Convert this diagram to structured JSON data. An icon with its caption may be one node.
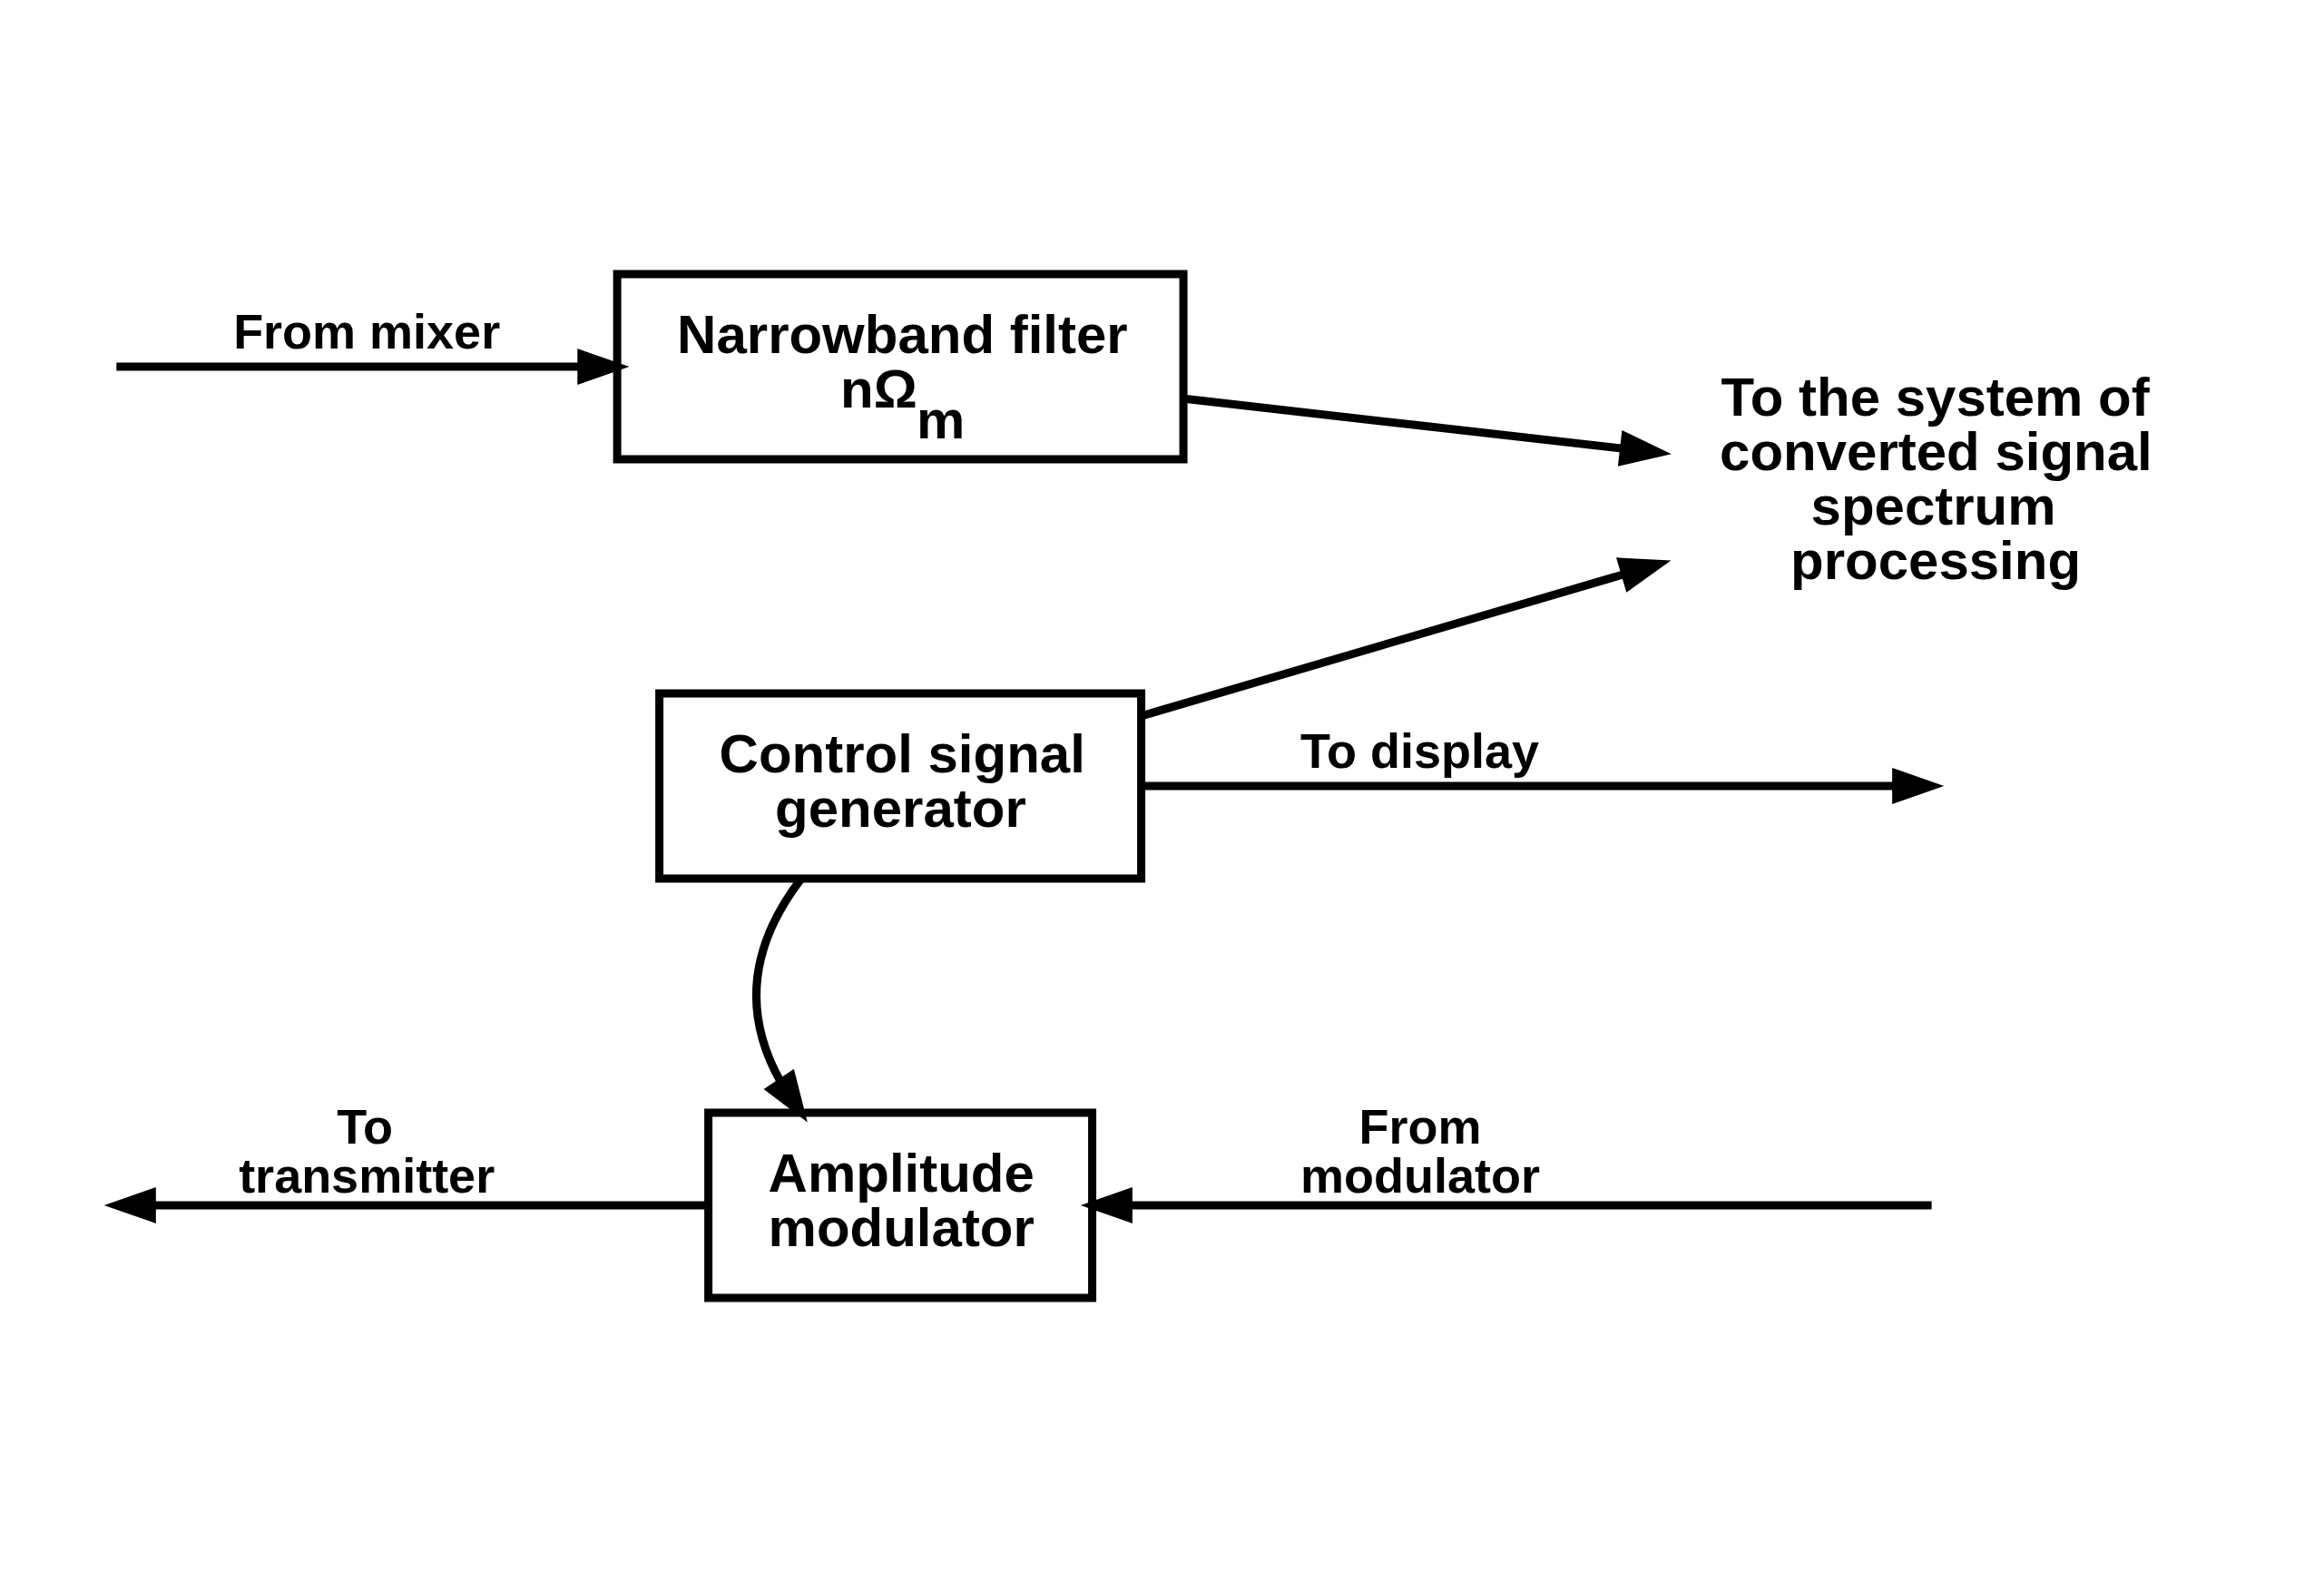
{
  "diagram": {
    "nodes": [
      {
        "text": [
          "Narrowband filter nΩ$_{m}$"
        ]
      },
      {
        "text": [
          "To the system of converted signal spectrum processing"
        ]
      },
      {
        "text": [
          "Control signal generator"
        ]
      },
      {
        "text": [
          "Amplitude modulator"
        ]
      }
    ],
    "edges": [
      {
        "from": null,
        "to": 0,
        "arrow": "to",
        "label": "From mixer"
      },
      {
        "from": 0,
        "to": 1,
        "arrow": "to"
      },
      {
        "from": 2,
        "to": 1,
        "arrow": "to"
      },
      {
        "from": 2,
        "to": null,
        "arrow": "to",
        "label": "To display"
      },
      {
        "from": 2,
        "to": 3,
        "arrow": "to"
      },
      {
        "from": null,
        "to": 3,
        "arrow": "to",
        "label": "From modulator"
      },
      {
        "from": 3,
        "to": null,
        "arrow": "to",
        "label": "To transmitter"
      }
    ]
  }
}
